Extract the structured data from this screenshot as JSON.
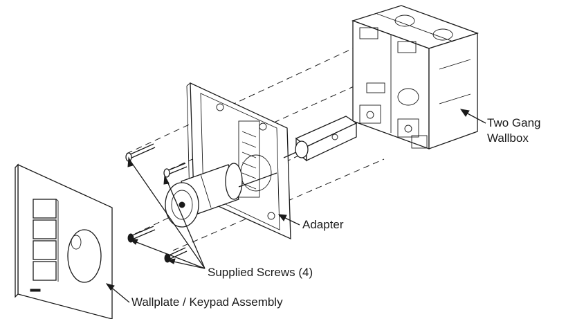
{
  "labels": {
    "wallbox_line1": "Two Gang",
    "wallbox_line2": "Wallbox",
    "adapter": "Adapter",
    "screws": "Supplied Screws (4)",
    "wallplate": "Wallplate / Keypad Assembly"
  },
  "icons": {
    "wallbox": "two-gang-wallbox-icon",
    "mounting_plate": "mounting-plate-icon",
    "adapter": "adapter-cylinder-icon",
    "screw": "screw-icon",
    "wallplate": "wallplate-keypad-icon",
    "keypad_buttons": 4
  },
  "colors": {
    "line": "#1a1a1a",
    "background": "#ffffff"
  }
}
